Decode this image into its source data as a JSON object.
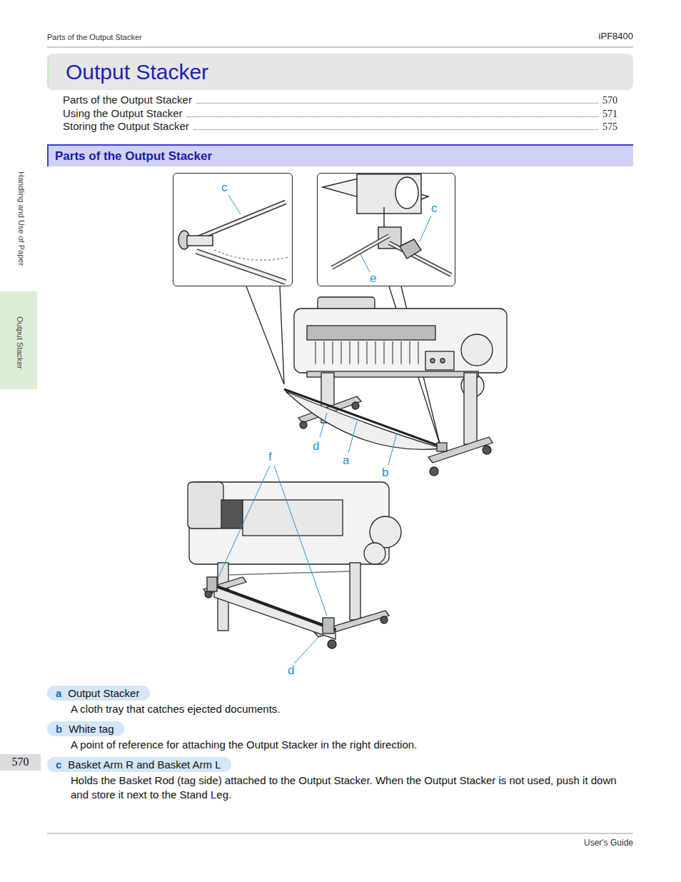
{
  "diagram": {
    "title": "Output Stacker",
    "nodes": [
      {
        "text": [
          "Parts of the Output Stacker"
        ]
      },
      {
        "text": [
          "Output Stacker"
        ]
      },
      {
        "text": [
          "c"
        ]
      },
      {
        "text": [
          "c",
          "e"
        ]
      },
      {
        "text": [
          "a",
          "Output Stacker"
        ]
      },
      {
        "text": [
          "b",
          "White tag"
        ]
      },
      {
        "text": [
          "570"
        ]
      },
      {
        "text": [
          "c",
          "Basket Arm R and Basket Arm L"
        ]
      }
    ],
    "labels": [
      "Parts of the Output Stacker",
      "iPF8400",
      "Parts of the Output Stacker",
      "570",
      "Using the Output Stacker",
      "571",
      "Storing the Output Stacker",
      "575",
      "Handling and Use of Paper",
      "d",
      "a",
      "b",
      "f",
      "d",
      "A cloth tray that catches ejected documents.",
      "A point of reference for attaching the Output Stacker in the right direction.",
      "Holds the Basket Rod (tag side) attached to the Output Stacker. When the Output Stacker is not used, push it down and store it next to the Stand Leg.",
      "User's Guide"
    ]
  }
}
